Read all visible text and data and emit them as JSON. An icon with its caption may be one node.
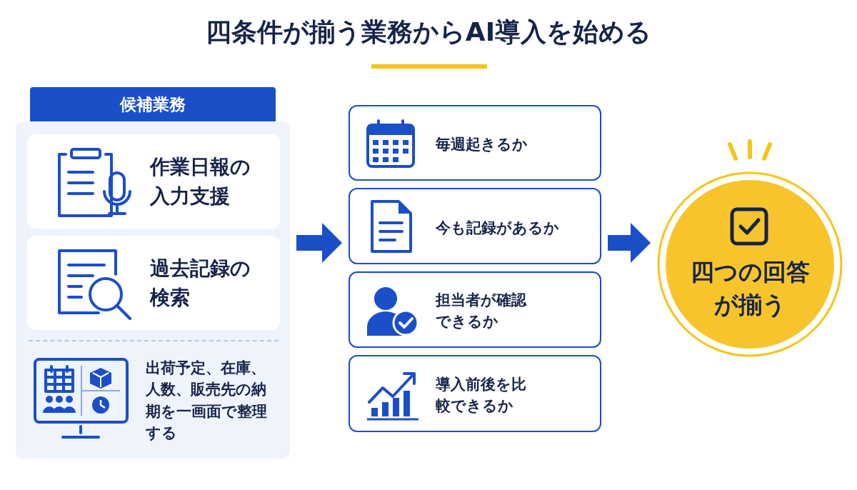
{
  "diagram": {
    "title": "四条件が揃う業務からAI導入を始める",
    "nodes": [
      {
        "text": [
          "候補業務"
        ]
      },
      {
        "text": [
          "作業日報の入力支援"
        ],
        "in": 0
      },
      {
        "text": [
          "過去記録の検索"
        ],
        "in": 0
      },
      {
        "text": [
          "出荷予定、在庫、人数、販売先の納期を一画面で整理する"
        ],
        "in": 0
      },
      {
        "text": [
          "毎週起きるか"
        ]
      },
      {
        "text": [
          "今も記録があるか"
        ]
      },
      {
        "text": [
          "担当者が確認できるか"
        ]
      },
      {
        "text": [
          "導入前後を比較できるか"
        ]
      },
      {
        "text": [
          "四つの回答が揃う"
        ]
      }
    ],
    "edges": [
      {
        "from": 0,
        "to": 5,
        "arrow": "to"
      },
      {
        "from": 5,
        "to": 8,
        "arrow": "to"
      }
    ]
  }
}
